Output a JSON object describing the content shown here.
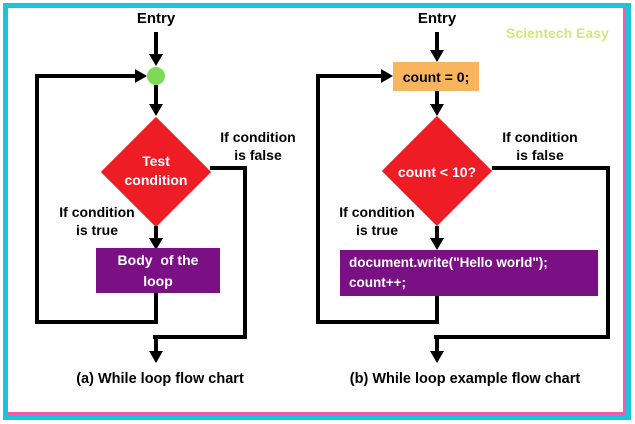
{
  "watermark": "Scientech Easy",
  "colors": {
    "border": "#17c6da",
    "border_shadow": "#ef5da8",
    "diamond_red": "#ee1c25",
    "box_purple": "#7a1083",
    "box_orange": "#f9b55e",
    "connector_green": "#7ed957",
    "watermark_green": "#cdea7e",
    "line_black": "#000000",
    "background": "#ffffff"
  },
  "chart_a": {
    "entry_label": "Entry",
    "condition": {
      "line1": "Test",
      "line2": "condition"
    },
    "false_label": {
      "line1": "If condition",
      "line2": "is false"
    },
    "true_label": {
      "line1": "If condition",
      "line2": "is true"
    },
    "body": {
      "line1": "Body  of the",
      "line2": "loop"
    },
    "caption": "(a) While loop flow chart"
  },
  "chart_b": {
    "entry_label": "Entry",
    "init_label": "count = 0;",
    "condition": {
      "line1": "count < 10?",
      "line2": ""
    },
    "false_label": {
      "line1": "If condition",
      "line2": "is false"
    },
    "true_label": {
      "line1": "If condition",
      "line2": "is true"
    },
    "body": {
      "line1": "document.write(\"Hello world\");",
      "line2": "count++;"
    },
    "caption": "(b) While loop example flow chart"
  }
}
